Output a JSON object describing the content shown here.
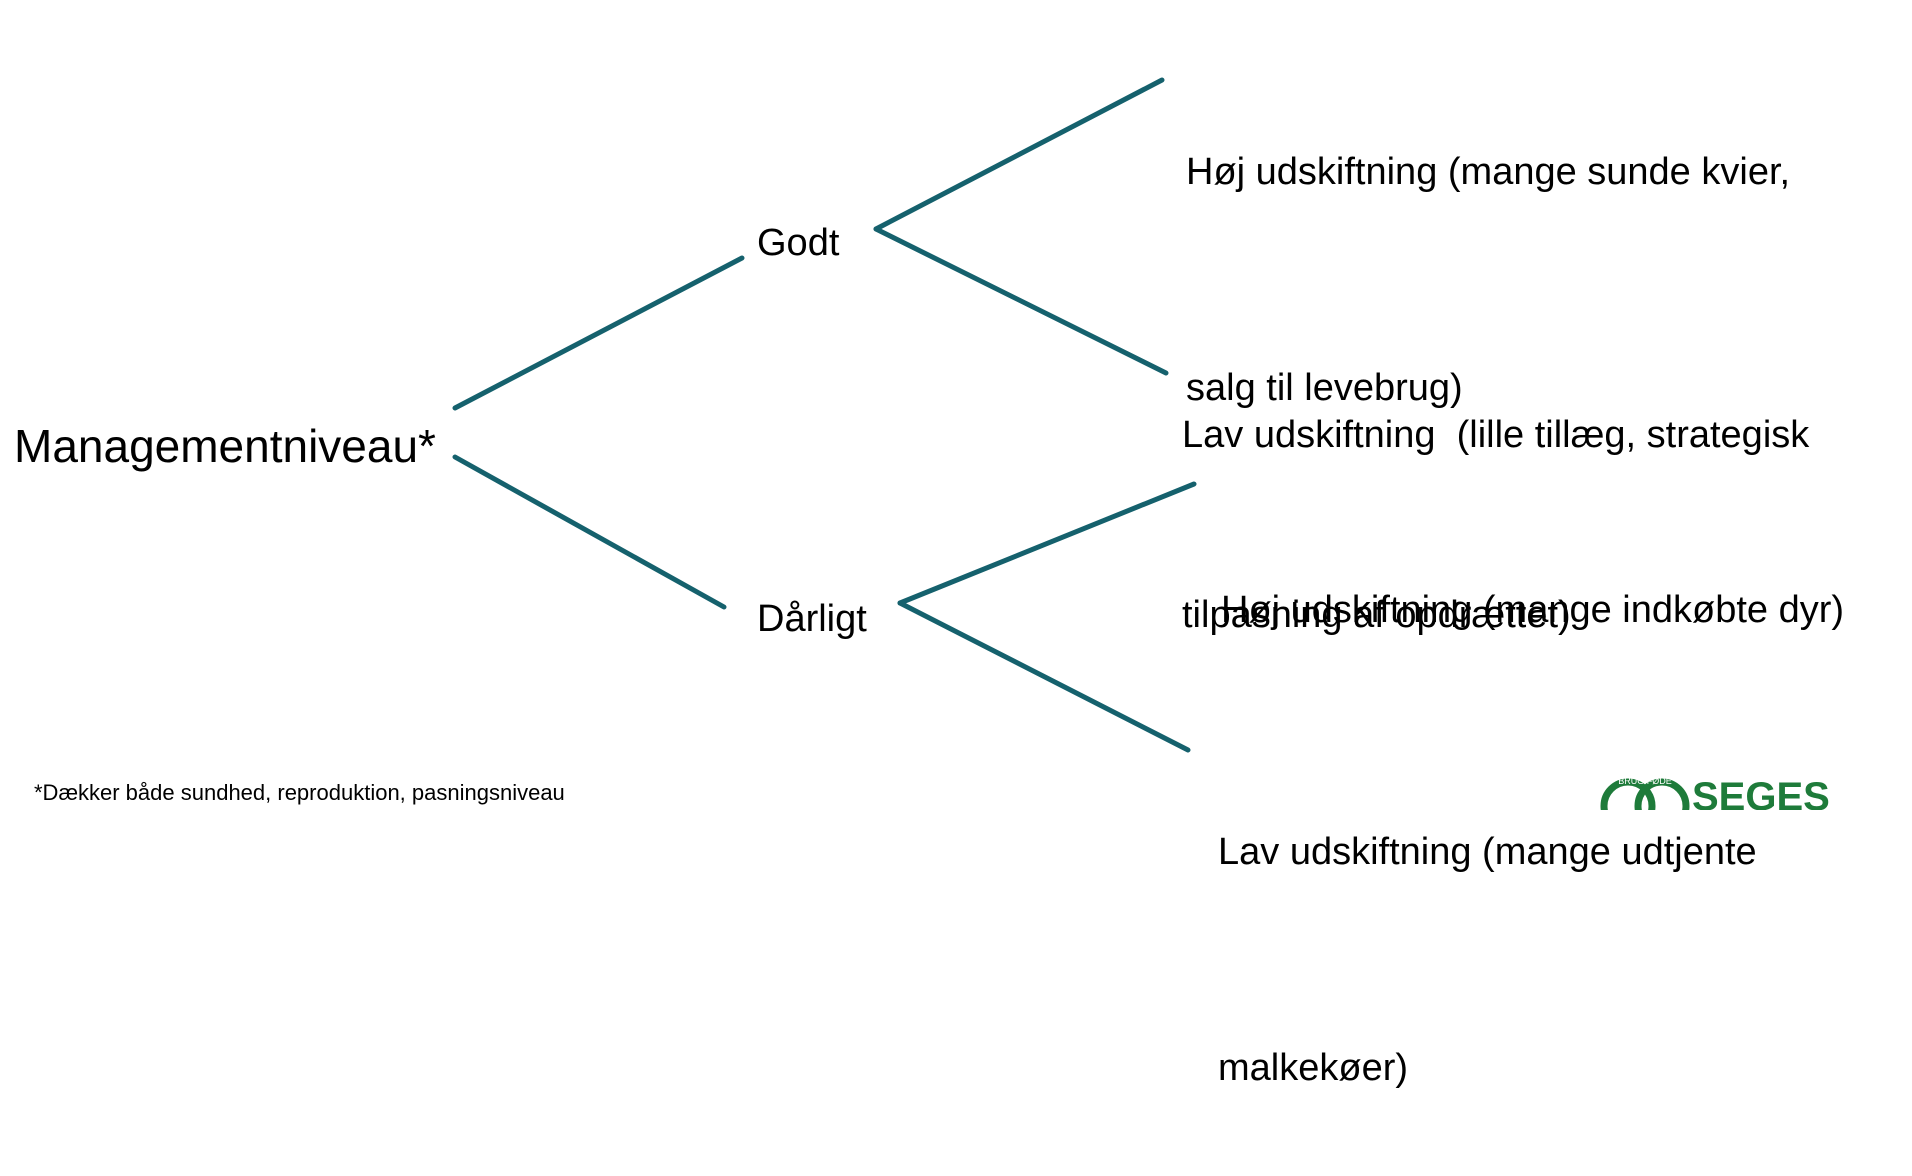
{
  "diagram": {
    "line_color": "#15616d",
    "root": {
      "label": "Managementniveau*"
    },
    "branches": [
      {
        "label": "Godt",
        "children": [
          {
            "line1": "Høj udskiftning (mange sunde kvier,",
            "line2": "salg til levebrug)"
          },
          {
            "line1": "Lav udskiftning  (lille tillæg, strategisk",
            "line2": "tilpasning af opdrættet)"
          }
        ]
      },
      {
        "label": "Dårligt",
        "children": [
          {
            "line1": "Høj udskiftning (mange indkøbte dyr)"
          },
          {
            "line1": "Lav udskiftning (mange udtjente",
            "line2": "malkekøer)"
          }
        ]
      }
    ]
  },
  "footnote": "*Dækker både sundhed, reproduktion, pasningsniveau",
  "logo": {
    "text": "SEGES",
    "ring_text": "BRUG FØDE",
    "color": "#1e7b3a"
  }
}
